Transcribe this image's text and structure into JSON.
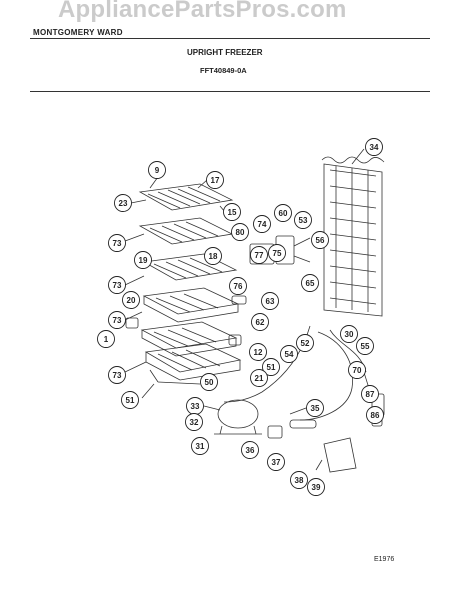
{
  "header": {
    "brand": "MONTGOMERY WARD",
    "title": "UPRIGHT FREEZER",
    "model": "FFT40849-0A",
    "watermark": "AppliancePartsPros.com"
  },
  "footer": {
    "code": "E1976"
  },
  "callouts": [
    "9",
    "17",
    "23",
    "15",
    "74",
    "60",
    "53",
    "34",
    "73",
    "80",
    "56",
    "19",
    "18",
    "76",
    "77",
    "75",
    "65",
    "73",
    "63",
    "20",
    "62",
    "73",
    "30",
    "1",
    "12",
    "52",
    "55",
    "54",
    "70",
    "73",
    "51",
    "21",
    "50",
    "87",
    "51",
    "33",
    "35",
    "86",
    "32",
    "31",
    "36",
    "37",
    "38",
    "39"
  ],
  "colors": {
    "ink": "#222222",
    "watermark": "#b9b9b9"
  }
}
